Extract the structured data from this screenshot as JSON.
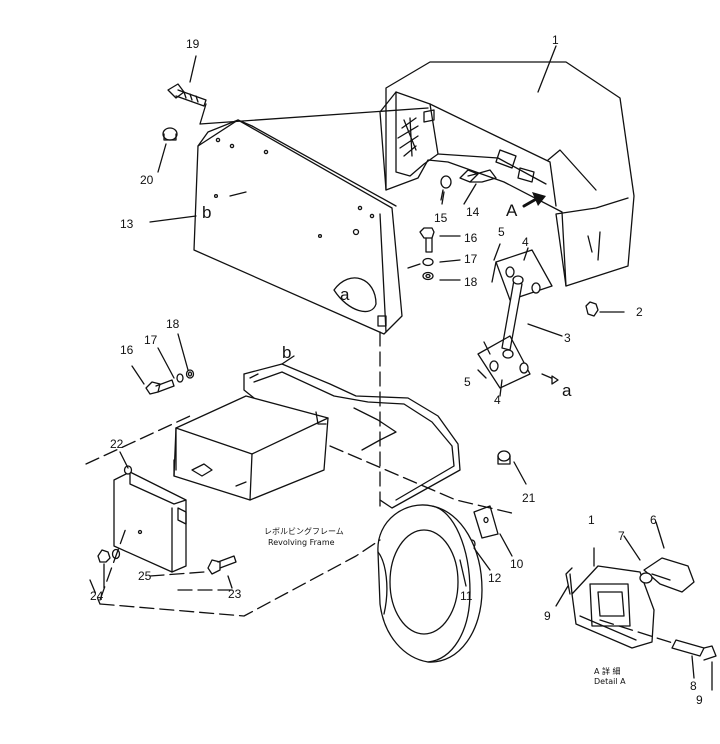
{
  "callouts": {
    "c1": "1",
    "c2": "2",
    "c3": "3",
    "c4a": "4",
    "c4b": "4",
    "c5a": "5",
    "c5b": "5",
    "c13": "13",
    "c14": "14",
    "c15": "15",
    "c16a": "16",
    "c16b": "16",
    "c17a": "17",
    "c17b": "17",
    "c18a": "18",
    "c18b": "18",
    "c19": "19",
    "c20": "20",
    "c21": "21",
    "c22": "22",
    "c23": "23",
    "c24": "24",
    "c25": "25",
    "c10": "10",
    "c11": "11",
    "c12": "12",
    "d1": "1",
    "d6": "6",
    "d7": "7",
    "d8": "8",
    "d9a": "9",
    "d9b": "9"
  },
  "letters": {
    "A": "A",
    "a1": "a",
    "a2": "a",
    "b1": "b",
    "b2": "b"
  },
  "labels": {
    "frame_jp": "レボルビングフレーム",
    "frame_en": "Revolving Frame",
    "detail_jp": "A 詳 細",
    "detail_en": "Detail A"
  }
}
